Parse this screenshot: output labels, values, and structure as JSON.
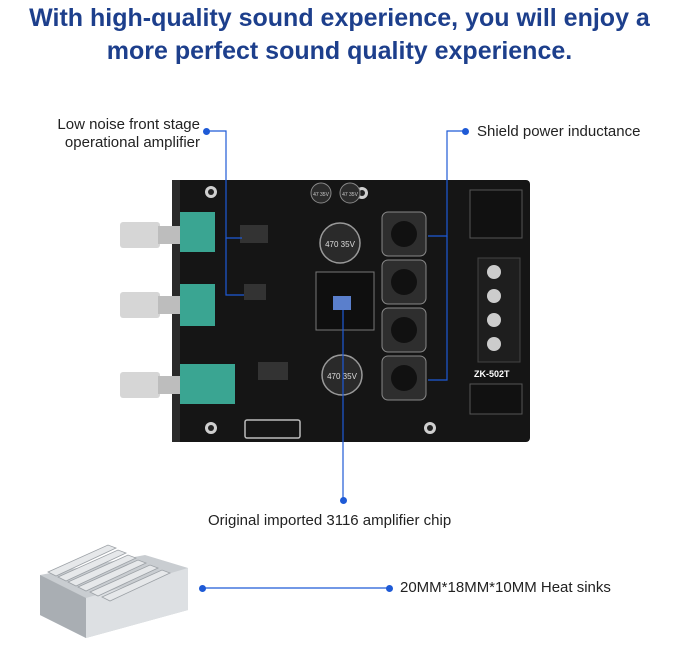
{
  "headline": {
    "line1": "With high-quality sound experience, you will enjoy a",
    "line2": "more perfect sound quality experience."
  },
  "callouts": {
    "opamp_line1": "Low noise front stage",
    "opamp_line2": "operational amplifier",
    "inductance": "Shield power inductance",
    "chip": "Original imported 3116 amplifier chip",
    "heatsink": "20MM*18MM*10MM Heat sinks"
  },
  "board": {
    "model": "ZK-502T",
    "cap_large_top": "470 35V",
    "cap_large_bottom": "470 35V",
    "cap_small": "47 35V"
  },
  "colors": {
    "headline": "#1d3f8c",
    "leader": "#1e5ad6",
    "pcb": "#151515",
    "potentiometer": "#3aa592"
  }
}
